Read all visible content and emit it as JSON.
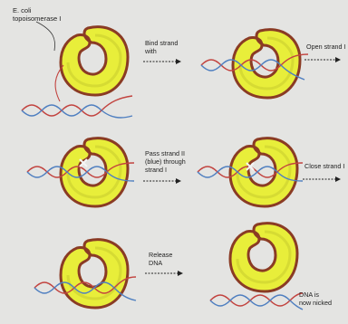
{
  "figure": {
    "enzyme_label": [
      "E. coli",
      "topoisomerase I"
    ],
    "steps": [
      {
        "label": [
          "Bind strand",
          "with"
        ]
      },
      {
        "label": [
          "Open strand I"
        ]
      },
      {
        "label": [
          "Pass strand II",
          "(blue) through",
          "strand I"
        ]
      },
      {
        "label": [
          "Close strand I"
        ]
      },
      {
        "label": [
          "Release",
          "DNA"
        ]
      },
      {
        "label": [
          "DNA is",
          "now nicked"
        ]
      }
    ],
    "colors": {
      "background": "#e4e4e2",
      "enzyme_fill": "#e8ee3a",
      "enzyme_outline": "#8a3b24",
      "dna_red": "#c2433f",
      "dna_blue": "#4f7fc0",
      "arrow": "#222222"
    }
  }
}
